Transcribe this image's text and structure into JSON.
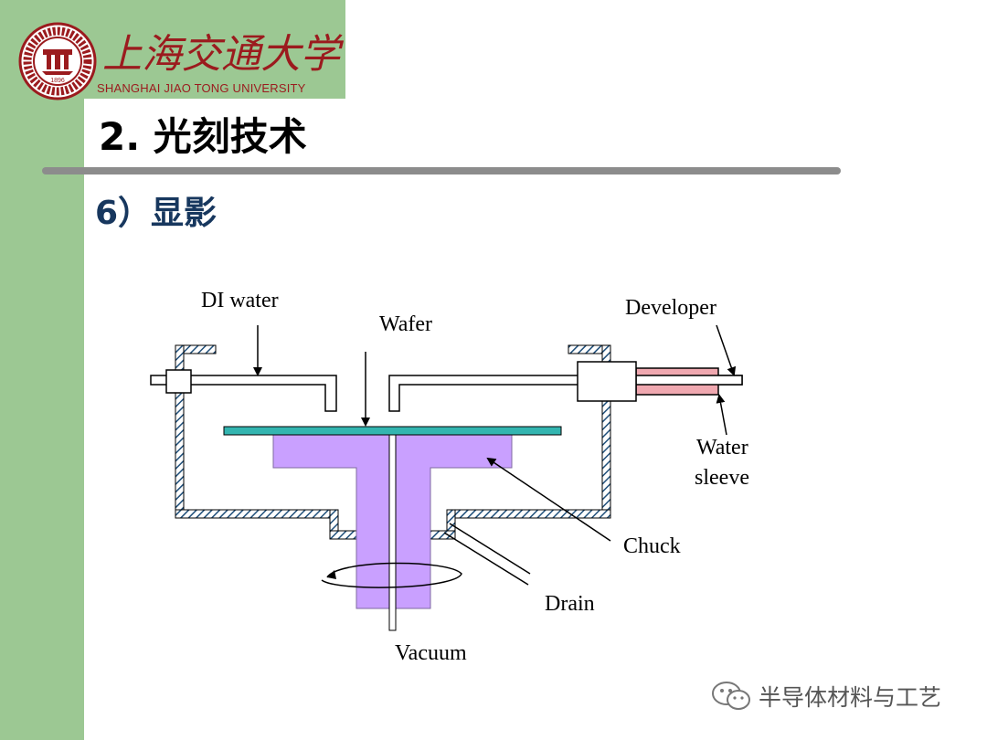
{
  "header": {
    "university_en": "SHANGHAI JIAO TONG UNIVERSITY",
    "university_cn": "上海交通大学",
    "seal_year": "1896"
  },
  "slide": {
    "title": "2. 光刻技术",
    "subtitle": "6）显影"
  },
  "diagram": {
    "labels": {
      "di_water": "DI water",
      "wafer": "Wafer",
      "developer": "Developer",
      "water": "Water",
      "sleeve": "sleeve",
      "chuck": "Chuck",
      "drain": "Drain",
      "vacuum": "Vacuum"
    },
    "colors": {
      "chuck": "#c9a0ff",
      "wafer": "#33b5b0",
      "water_sleeve": "#f0a8b0",
      "hatch": "#1f4f7a"
    }
  },
  "watermark": {
    "text": "半导体材料与工艺",
    "icon": "wechat-icon"
  },
  "theme": {
    "sidebar": "#9cc893",
    "brand_red": "#9b1b1e",
    "subtitle_color": "#17375e"
  }
}
